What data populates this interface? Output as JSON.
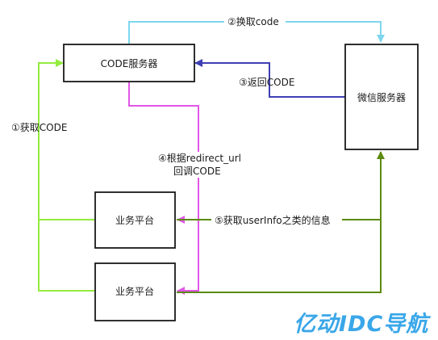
{
  "nodes": {
    "code_server": "CODE服务器",
    "wechat_server": "微信服务器",
    "biz_platform_1": "业务平台",
    "biz_platform_2": "业务平台"
  },
  "edges": {
    "exchange_code": "②换取code",
    "return_code": "③返回CODE",
    "get_code": "①获取CODE",
    "redirect_line1": "④根据redirect_url",
    "redirect_line2": "回调CODE",
    "get_userinfo": "⑤获取userInfo之类的信息"
  },
  "watermark": "亿动IDC导航",
  "colors": {
    "exchange_code": "#7fd6ee",
    "return_code": "#3f3fb4",
    "get_code": "#93ec3e",
    "redirect": "#e157e7",
    "get_userinfo": "#5c8a11",
    "watermark": "#3aa7e9"
  }
}
